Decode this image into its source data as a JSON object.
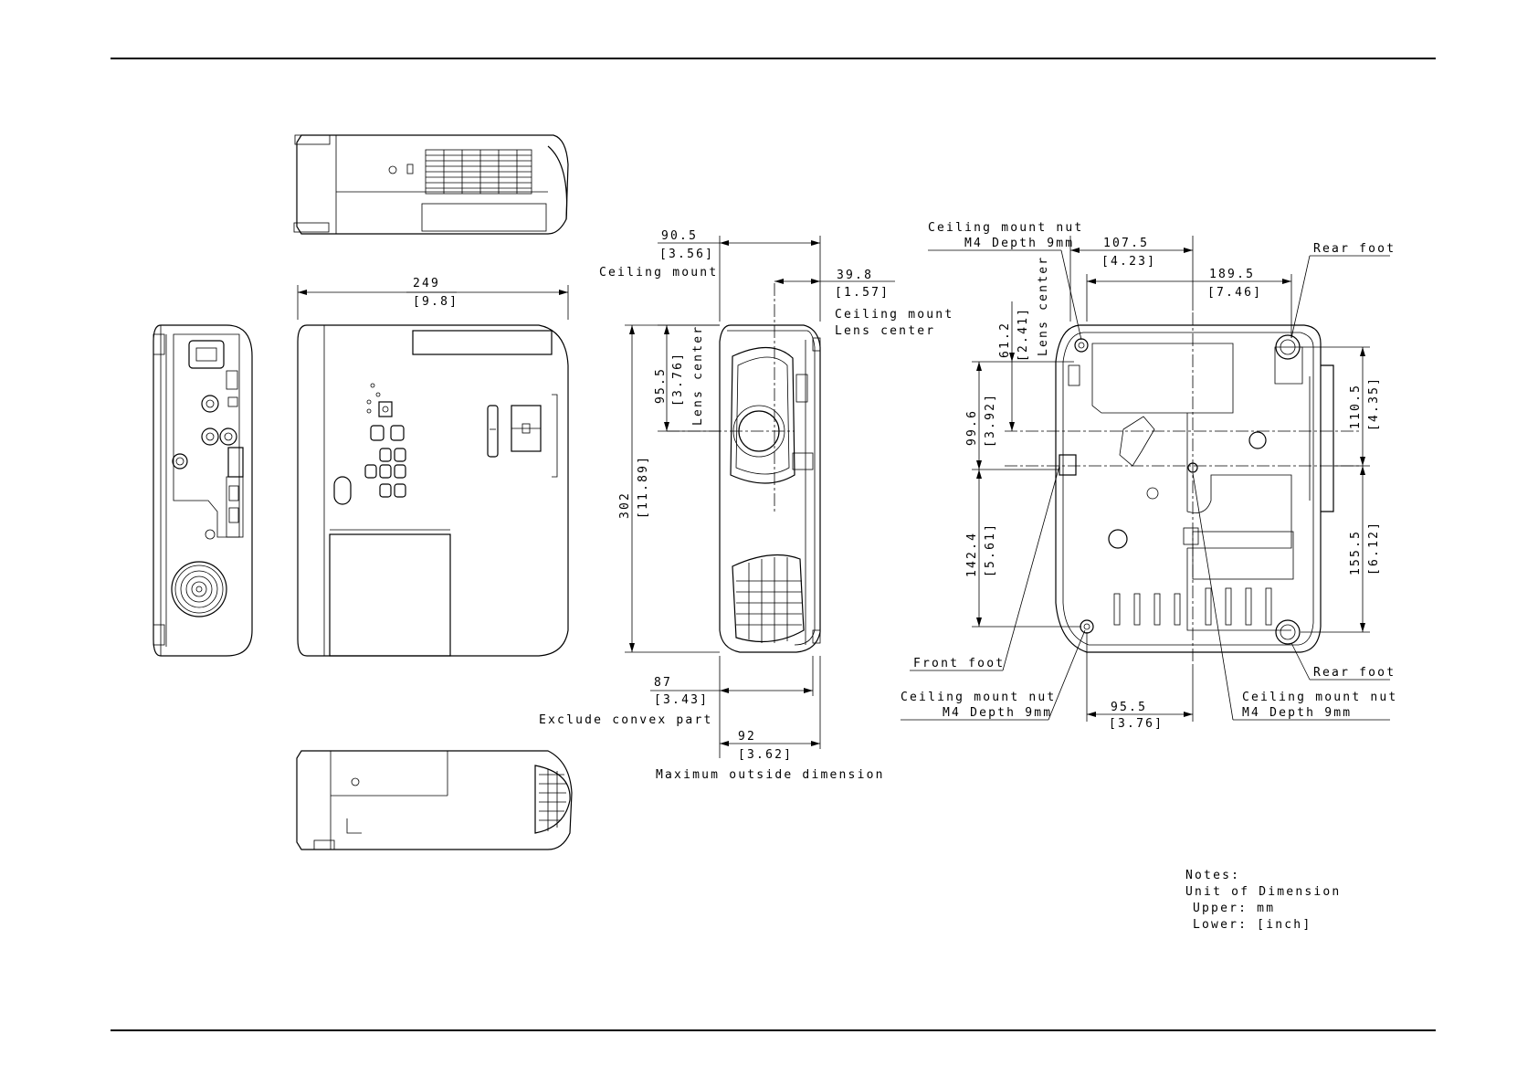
{
  "dims": {
    "width": {
      "mm": "249",
      "in": "[9.8]"
    },
    "ceil_x": {
      "mm": "90.5",
      "in": "[3.56]",
      "label": "Ceiling mount"
    },
    "lens_x": {
      "mm": "39.8",
      "in": "[1.57]",
      "label1": "Ceiling mount",
      "label2": "Lens center"
    },
    "lens_h": {
      "mm": "95.5",
      "in": "[3.76]",
      "label": "Lens center"
    },
    "depth": {
      "mm": "302",
      "in": "[11.89]"
    },
    "height_min": {
      "mm": "87",
      "in": "[3.43]",
      "label": "Exclude convex part"
    },
    "height_max": {
      "mm": "92",
      "in": "[3.62]",
      "label": "Maximum outside dimension"
    },
    "b_107": {
      "mm": "107.5",
      "in": "[4.23]"
    },
    "b_189": {
      "mm": "189.5",
      "in": "[7.46]"
    },
    "b_61": {
      "mm": "61.2",
      "in": "[2.41]",
      "label": "Lens center"
    },
    "b_99": {
      "mm": "99.6",
      "in": "[3.92]"
    },
    "b_142": {
      "mm": "142.4",
      "in": "[5.61]"
    },
    "b_110": {
      "mm": "110.5",
      "in": "[4.35]"
    },
    "b_155": {
      "mm": "155.5",
      "in": "[6.12]"
    },
    "b_95": {
      "mm": "95.5",
      "in": "[3.76]"
    }
  },
  "callouts": {
    "nut_top_1": "Ceiling mount nut",
    "nut_top_2": "M4 Depth 9mm",
    "rear_foot_top": "Rear foot",
    "front_foot": "Front foot",
    "nut_left_1": "Ceiling mount nut",
    "nut_left_2": "M4 Depth 9mm",
    "rear_foot_bottom": "Rear foot",
    "nut_right_1": "Ceiling mount nut",
    "nut_right_2": "M4 Depth 9mm"
  },
  "notes": {
    "title": "Notes:",
    "line1": "Unit of Dimension",
    "line2": "Upper: mm",
    "line3": "Lower: [inch]"
  }
}
